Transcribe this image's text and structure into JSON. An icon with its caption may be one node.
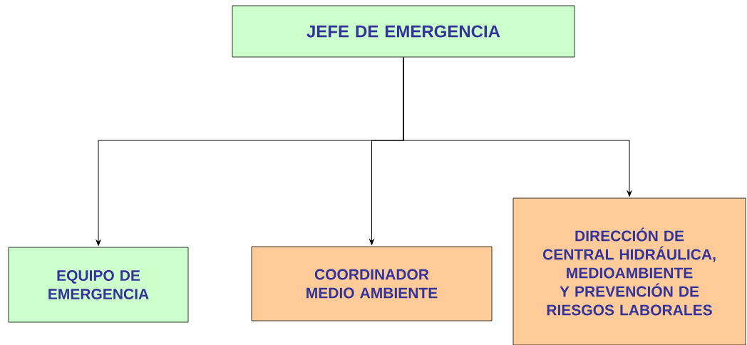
{
  "diagram": {
    "nodes": [
      {
        "text": [
          "JEFE DE EMERGENCIA"
        ]
      },
      {
        "text": [
          "EQUIPO DE EMERGENCIA"
        ]
      },
      {
        "text": [
          "COORDINADOR MEDIO AMBIENTE"
        ]
      },
      {
        "text": [
          "DIRECCIÓN DE CENTRAL HIDRÁULICA, MEDIOAMBIENTE Y PREVENCIÓN DE RIESGOS LABORALES"
        ]
      }
    ],
    "edges": [
      {
        "from": 0,
        "to": 1,
        "arrow": "to"
      },
      {
        "from": 0,
        "to": 2,
        "arrow": "to"
      },
      {
        "from": 0,
        "to": 3,
        "arrow": "to"
      }
    ]
  }
}
